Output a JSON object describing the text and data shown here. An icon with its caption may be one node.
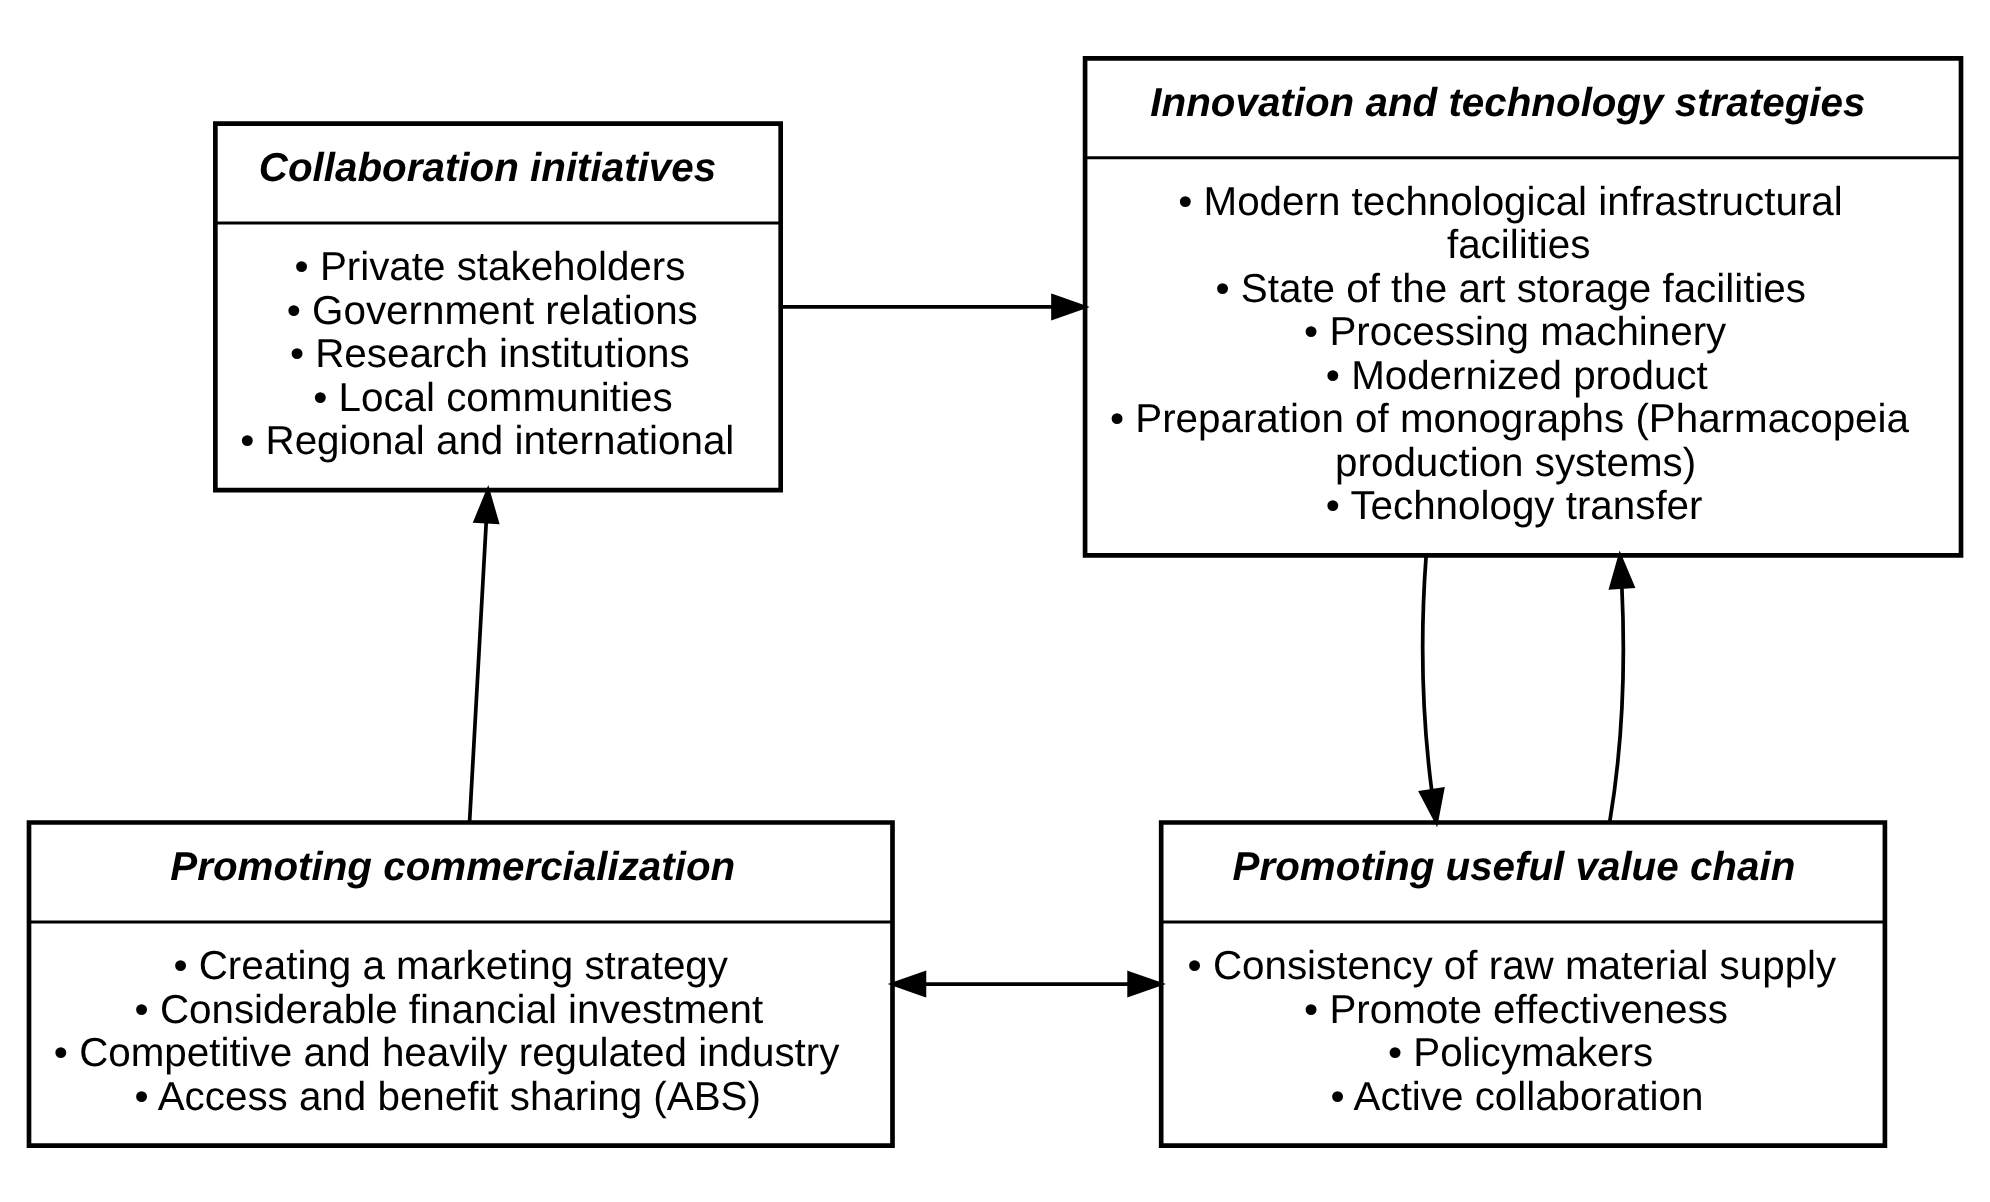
{
  "diagram": {
    "nodes": [
      {
        "text": [
          "Collaboration initiatives",
          "• Private stakeholders",
          "• Government relations",
          "• Research institutions",
          "• Local communities",
          "• Regional and international"
        ]
      },
      {
        "text": [
          "Innovation and technology strategies",
          "• Modern technological infrastructural facilities",
          "• State of the art storage facilities",
          "• Processing machinery",
          "• Modernized product",
          "• Preparation of monographs (Pharmacopeia production systems)",
          "• Technology transfer"
        ]
      },
      {
        "text": [
          "Promoting commercialization",
          "• Creating a marketing strategy",
          "• Considerable financial investment",
          "• Competitive and heavily regulated industry",
          "• Access and benefit sharing (ABS)"
        ]
      },
      {
        "text": [
          "Promoting useful value chain",
          "• Consistency of raw material supply",
          "• Promote effectiveness",
          "• Policymakers",
          "• Active collaboration"
        ]
      }
    ],
    "edges": [
      {
        "from": 0,
        "to": 1,
        "arrow": "to"
      },
      {
        "from": 2,
        "to": 0,
        "arrow": "to"
      },
      {
        "from": 1,
        "to": 3,
        "arrow": "to"
      },
      {
        "from": 3,
        "to": 1,
        "arrow": "to"
      },
      {
        "from": 2,
        "to": 3,
        "arrow": "both"
      }
    ]
  }
}
